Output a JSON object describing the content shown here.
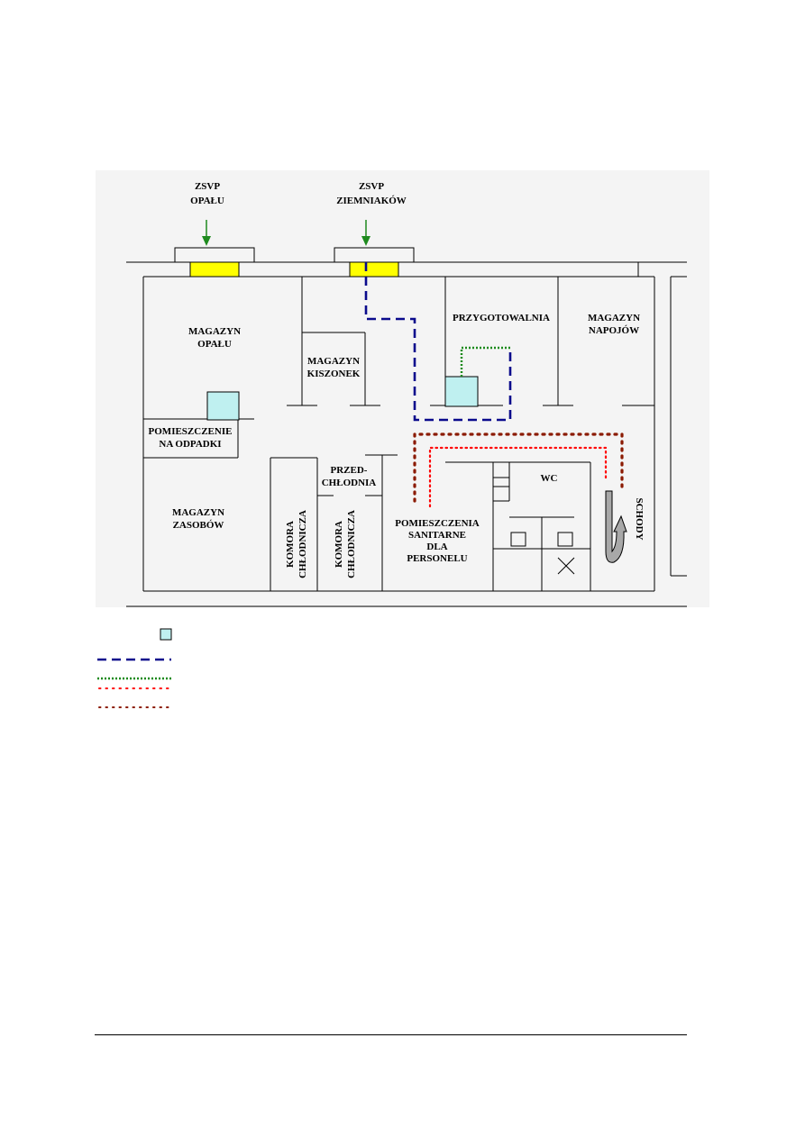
{
  "labels": {
    "zsvp_opalu": [
      "ZSVP",
      "OPAŁU"
    ],
    "zsvp_ziemniakow": [
      "ZSVP",
      "ZIEMNIAKÓW"
    ],
    "magazyn_opalu": [
      "MAGAZYN",
      "OPAŁU"
    ],
    "magazyn_kiszonek": [
      "MAGAZYN",
      "KISZONEK"
    ],
    "przygotowalnia": "PRZYGOTOWALNIA",
    "magazyn_napojow": [
      "MAGAZYN",
      "NAPOJÓW"
    ],
    "pomieszczenie_na_odpadki": [
      "POMIESZCZENIE",
      "NA ODPADKI"
    ],
    "przedchlodnia": [
      "PRZED-",
      "CHŁODNIA"
    ],
    "wc": "WC",
    "schody": "SCHODY",
    "magazyn_zasobow": [
      "MAGAZYN",
      "ZASOBÓW"
    ],
    "komora_1": [
      "KOMORA",
      "CHŁODNICZA"
    ],
    "komora_2": [
      "KOMORA",
      "CHŁODNICZA"
    ],
    "pomieszczenia_sanitarne": [
      "POMIESZCZENIA",
      "SANITARNE",
      "DLA",
      "PERSONELU"
    ]
  },
  "colors": {
    "plan_background": "#f4f4f4",
    "loading_hatch": "#ffff00",
    "bin": "#bff0f0",
    "arrow": "#1e8a1e",
    "route_navy": "#0a0a8c",
    "route_green": "#1a8a1a",
    "route_red": "#ff0000",
    "route_brown": "#8b1a00",
    "stairs": "#a8a8a8"
  },
  "legend": [
    {
      "kind": "bin-square"
    },
    {
      "kind": "line",
      "style": "navy-dash"
    },
    {
      "kind": "line",
      "style": "green-dots"
    },
    {
      "kind": "line",
      "style": "red-dots"
    },
    {
      "kind": "line",
      "style": "brown-dots"
    }
  ]
}
